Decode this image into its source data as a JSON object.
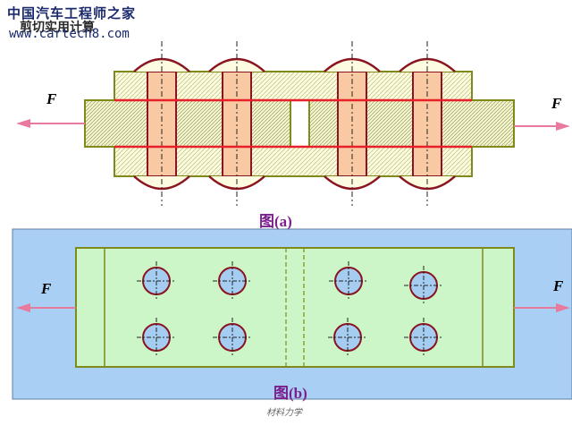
{
  "watermark": {
    "site_name": "中国汽车工程师之家",
    "subtitle": "剪切实用计算",
    "url": "www.cartech8.com"
  },
  "figure_a": {
    "caption": "图(a)",
    "force_left": "F",
    "force_right": "F"
  },
  "figure_b": {
    "caption": "图(b)",
    "force_left": "F",
    "force_right": "F"
  },
  "footer": "材料力学",
  "colors": {
    "plate_fill": "#fdfbe0",
    "plate_stroke": "#7f8a1a",
    "rivet_fill": "#f8c9a3",
    "rivet_head": "#8a1420",
    "red_line": "#e8202a",
    "panel_blue": "#a9cff5",
    "inner_green": "#ccf5c8",
    "hole_fill": "#a5cdf2",
    "arrow": "#e87aa0",
    "caption": "#7a1f8c"
  }
}
